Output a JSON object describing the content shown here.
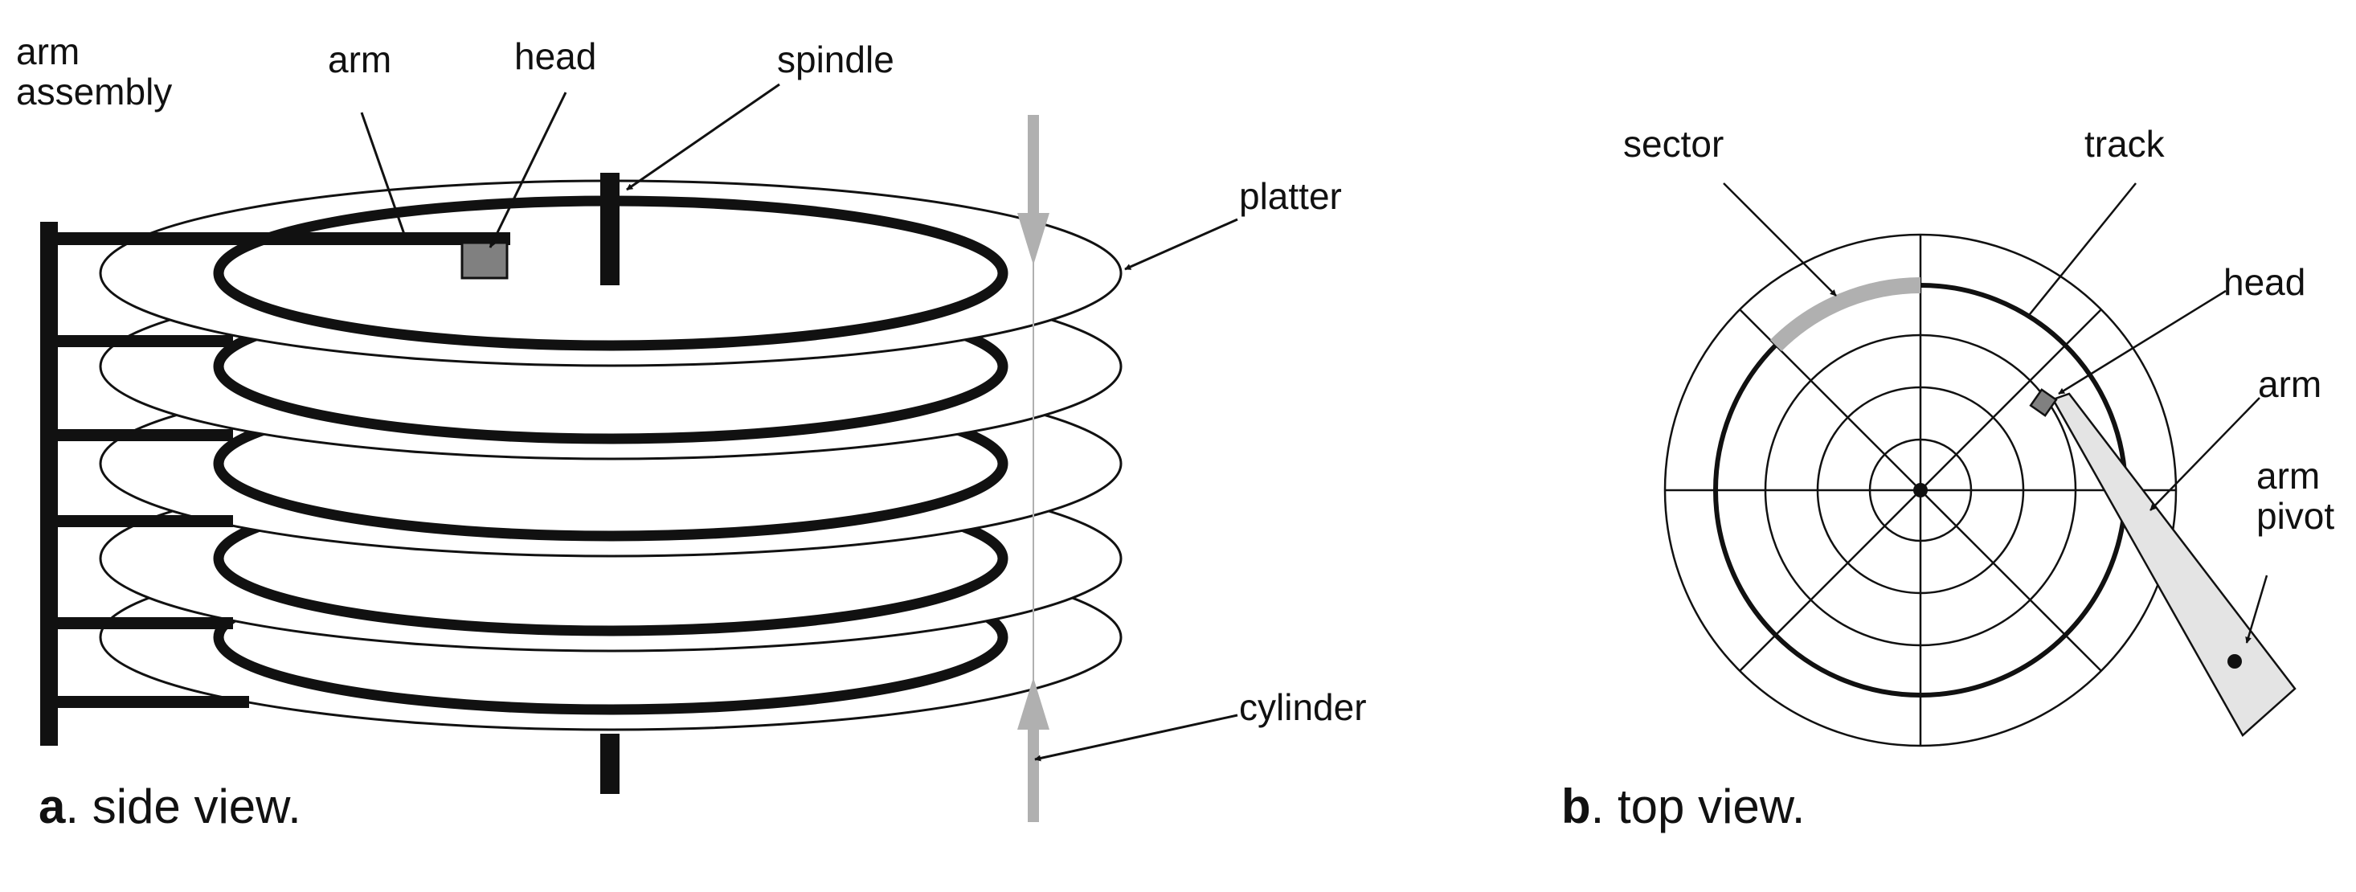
{
  "side_view": {
    "labels": {
      "arm_assembly_line1": "arm",
      "arm_assembly_line2": "assembly",
      "arm": "arm",
      "head": "head",
      "spindle": "spindle",
      "platter": "platter",
      "cylinder": "cylinder"
    },
    "caption": {
      "letter": "a",
      "text": ". side view."
    },
    "platter_count": 5
  },
  "top_view": {
    "labels": {
      "sector": "sector",
      "track": "track",
      "head": "head",
      "arm": "arm",
      "arm_pivot_line1": "arm",
      "arm_pivot_line2": "pivot"
    },
    "caption": {
      "letter": "b",
      "text": ". top view."
    },
    "track_count": 5,
    "sector_count": 8
  },
  "colors": {
    "ink": "#111111",
    "highlight_gray": "#b0b0b0",
    "head_fill": "#808080",
    "arm_fill": "#e4e4e4"
  }
}
